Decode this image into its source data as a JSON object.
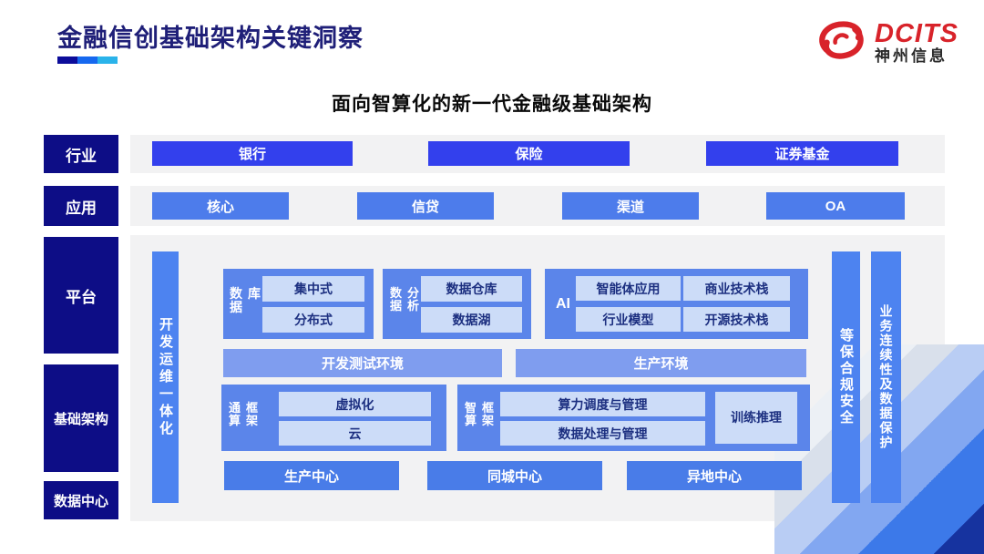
{
  "slide": {
    "title": "金融信创基础架构关键洞察",
    "subtitle": "面向智算化的新一代金融级基础架构"
  },
  "logo": {
    "brand": "DCITS",
    "company": "神州信息"
  },
  "layers": {
    "industry": {
      "label": "行业",
      "items": [
        "银行",
        "保险",
        "证券基金"
      ]
    },
    "application": {
      "label": "应用",
      "items": [
        "核心",
        "信贷",
        "渠道",
        "OA"
      ]
    },
    "platform": {
      "label": "平台"
    },
    "infrastructure": {
      "label": "基础架构"
    },
    "datacenter": {
      "label": "数据中心"
    }
  },
  "panel": {
    "devops_bar": "开发运维一体化",
    "security_bar": "等保合规安全",
    "continuity_bar": "业务连续性及数据保护",
    "database": {
      "label": "数据库",
      "items": [
        "集中式",
        "分布式"
      ]
    },
    "analytics": {
      "label": "数据分析",
      "items": [
        "数据仓库",
        "数据湖"
      ]
    },
    "ai": {
      "label": "AI",
      "items": [
        "智能体应用",
        "商业技术栈",
        "行业模型",
        "开源技术栈"
      ]
    },
    "environments": [
      "开发测试环境",
      "生产环境"
    ],
    "general_framework": {
      "label": "通算框架",
      "items": [
        "虚拟化",
        "云"
      ]
    },
    "intelligent_framework": {
      "label": "智算框架",
      "items": [
        "算力调度与管理",
        "数据处理与管理"
      ],
      "side": "训练推理"
    },
    "centers": [
      "生产中心",
      "同城中心",
      "异地中心"
    ]
  },
  "colors": {
    "title_navy": "#1f1f78",
    "brand_red": "#d8232a",
    "sidebar_navy": "#0d0d86",
    "row1_blue": "#3340ed",
    "row2_blue": "#4d7ceb",
    "bar_blue": "#4d83f0",
    "group_blue": "#5b85ea",
    "chip_light": "#ccdcf8",
    "chip_text_navy": "#1c2f80",
    "env_blue": "#7f9def",
    "center_blue": "#497ce8",
    "strip_gray": "#f2f2f3"
  }
}
